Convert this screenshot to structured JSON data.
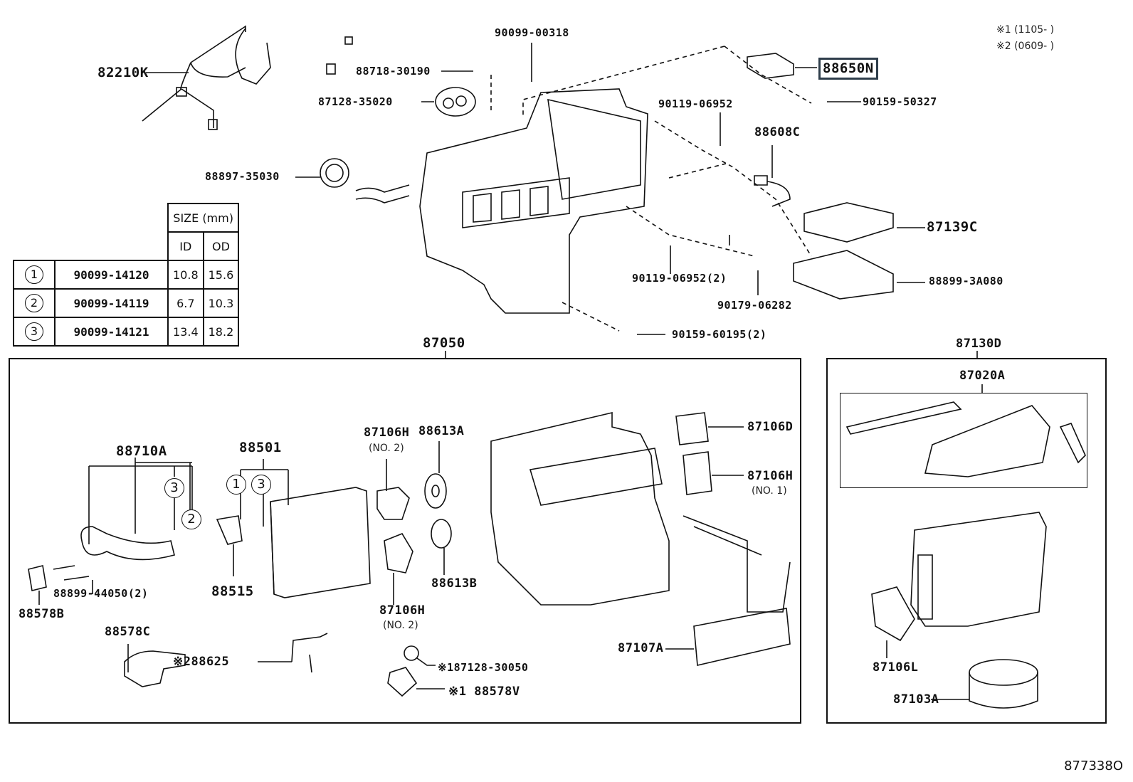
{
  "notes": {
    "note1": "※1 (1105-      )",
    "note2": "※2 (0609-      )"
  },
  "figure_id": "877338O",
  "size_table": {
    "header": "SIZE (mm)",
    "col_id": "ID",
    "col_od": "OD",
    "rows": [
      {
        "ref": "1",
        "part": "90099-14120",
        "id": "10.8",
        "od": "15.6"
      },
      {
        "ref": "2",
        "part": "90099-14119",
        "id": "6.7",
        "od": "10.3"
      },
      {
        "ref": "3",
        "part": "90099-14121",
        "id": "13.4",
        "od": "18.2"
      }
    ]
  },
  "top_parts": {
    "p82210K": "82210K",
    "p90099_00318": "90099-00318",
    "p88718_30190": "88718-30190",
    "p87128_35020": "87128-35020",
    "p88897_35030": "88897-35030",
    "p88650N": "88650N",
    "p90159_50327": "90159-50327",
    "p90119_06952": "90119-06952",
    "p88608C": "88608C",
    "p87139C": "87139C",
    "p88899_3A080": "88899-3A080",
    "p90119_06952_2": "90119-06952(2)",
    "p90179_06282": "90179-06282",
    "p90159_60195_2": "90159-60195(2)"
  },
  "assembly_87050": {
    "title": "87050",
    "p88710A": "88710A",
    "p88501": "88501",
    "p88515": "88515",
    "p88899_44050": "88899-44050(2)",
    "p88578B": "88578B",
    "p88578C": "88578C",
    "p88625": "※288625",
    "p87106H_a": "87106H",
    "p87106H_a_sub": "(NO. 2)",
    "p88613A": "88613A",
    "p88613B": "88613B",
    "p87106H_b": "87106H",
    "p87106H_b_sub": "(NO. 2)",
    "p87128_30050": "※187128-30050",
    "p88578V": "※1 88578V",
    "p87106D": "87106D",
    "p87106H_c": "87106H",
    "p87106H_c_sub": "(NO. 1)",
    "p87107A": "87107A",
    "callouts": {
      "c3a": "3",
      "c2": "2",
      "c1": "1",
      "c3b": "3"
    }
  },
  "assembly_87130D": {
    "title": "87130D",
    "p87020A": "87020A",
    "p87106L": "87106L",
    "p87103A": "87103A"
  }
}
